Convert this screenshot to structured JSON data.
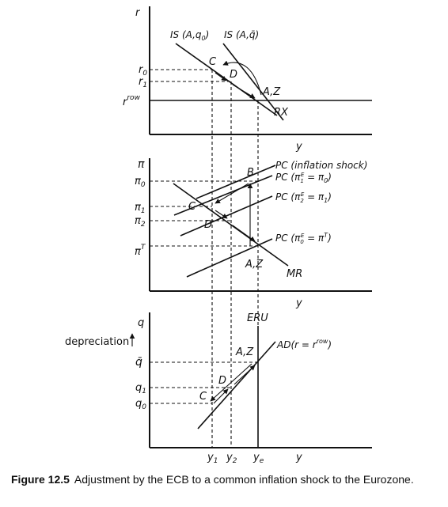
{
  "panel1": {
    "y_axis": "r",
    "x_axis": "y",
    "ticks": {
      "r0": "r",
      "r0_sub": "0",
      "r1": "r",
      "r1_sub": "1",
      "rrow": "r",
      "rrow_sup": "row"
    },
    "curves": {
      "is_new": "IS (A,q",
      "is_new_sub": "0",
      "is_new_close": ")",
      "is_old": "IS (A,q̄)",
      "rx": "RX"
    },
    "points": {
      "c": "C",
      "d": "D",
      "az": "A,Z"
    }
  },
  "panel2": {
    "y_axis": "π",
    "x_axis": "y",
    "ticks": {
      "pi0": "π",
      "pi0_sub": "0",
      "pi1": "π",
      "pi1_sub": "1",
      "pi2": "π",
      "pi2_sub": "2",
      "piT": "π",
      "piT_sup": "T"
    },
    "curves": {
      "pc_shock": "PC (inflation shock)",
      "pc1_pre": "PC (π",
      "pc1_sub": "1",
      "pc1_sup": "E",
      "pc1_mid": " = π",
      "pc1_sub2": "0",
      "pc1_post": ")",
      "pc2_pre": "PC (π",
      "pc2_sub": "2",
      "pc2_sup": "E",
      "pc2_mid": " = π",
      "pc2_sub2": "1",
      "pc2_post": ")",
      "pc0_pre": "PC (π",
      "pc0_sub": "0",
      "pc0_sup": "E",
      "pc0_mid": " = π",
      "pc0_sup2": "T",
      "pc0_post": ")",
      "mr": "MR"
    },
    "points": {
      "b": "B",
      "c": "C",
      "d": "D",
      "az": "A,Z"
    }
  },
  "panel3": {
    "y_axis": "q",
    "x_axis": "y",
    "depreciation": "depreciation",
    "ticks": {
      "qbar": "q̄",
      "q1": "q",
      "q1_sub": "1",
      "q0": "q",
      "q0_sub": "0"
    },
    "curves": {
      "eru": "ERU",
      "ad_pre": "AD(r = r",
      "ad_sup": "row",
      "ad_post": ")"
    },
    "points": {
      "az": "A,Z",
      "d": "D",
      "c": "C"
    },
    "x_ticks": {
      "y1": "y",
      "y1_sub": "1",
      "y2": "y",
      "y2_sub": "2",
      "ye": "y",
      "ye_sub": "e"
    }
  },
  "caption": {
    "label": "Figure 12.5",
    "text": "Adjustment by the ECB to a common inflation shock to the Eurozone."
  }
}
